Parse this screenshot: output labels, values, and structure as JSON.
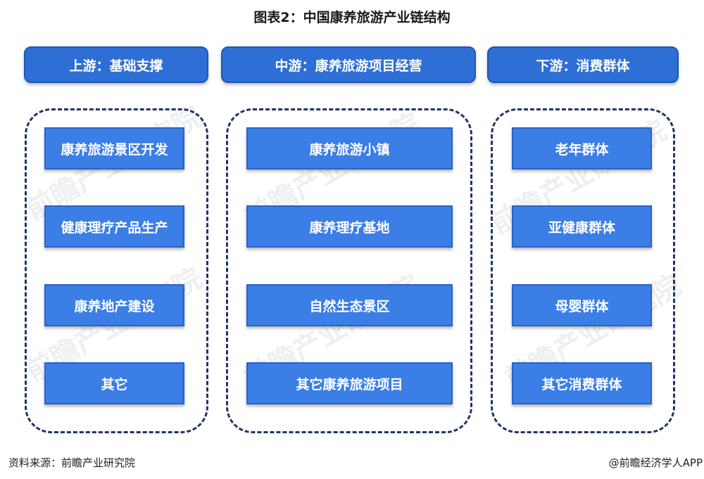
{
  "title": "图表2：中国康养旅游产业链结构",
  "columns": [
    {
      "header": "上游：基础支撑",
      "items": [
        "康养旅游景区开发",
        "健康理疗产品生产",
        "康养地产建设",
        "其它"
      ]
    },
    {
      "header": "中游：康养旅游项目经营",
      "items": [
        "康养旅游小镇",
        "康养理疗基地",
        "自然生态景区",
        "其它康养旅游项目"
      ]
    },
    {
      "header": "下游：消费群体",
      "items": [
        "老年群体",
        "亚健康群体",
        "母婴群体",
        "其它消费群体"
      ]
    }
  ],
  "footer": {
    "source": "资料来源：前瞻产业研究院",
    "credit": "@前瞻经济学人APP"
  },
  "watermark": "前瞻产业研究院"
}
